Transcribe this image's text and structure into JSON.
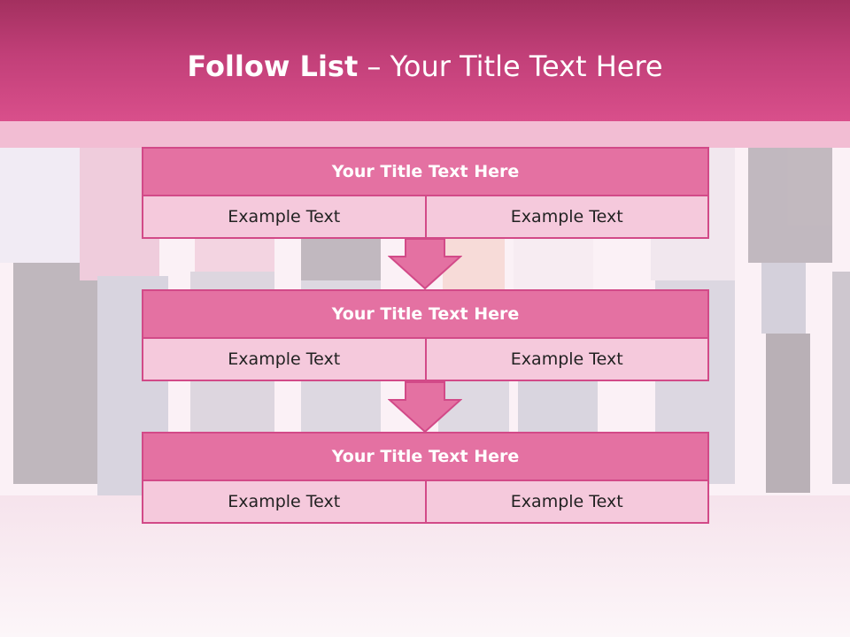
{
  "slide": {
    "title_bold": "Follow List",
    "title_rest": " – Your Title Text Here"
  },
  "blocks": [
    {
      "title": "Your Title Text Here",
      "left": "Example Text",
      "right": "Example Text"
    },
    {
      "title": "Your Title Text Here",
      "left": "Example Text",
      "right": "Example Text"
    },
    {
      "title": "Your Title Text Here",
      "left": "Example Text",
      "right": "Example Text"
    }
  ],
  "colors": {
    "header": "#c13f78",
    "box_title": "#e471a2",
    "box_cell": "#f5c9dc",
    "border": "#d24a88"
  }
}
